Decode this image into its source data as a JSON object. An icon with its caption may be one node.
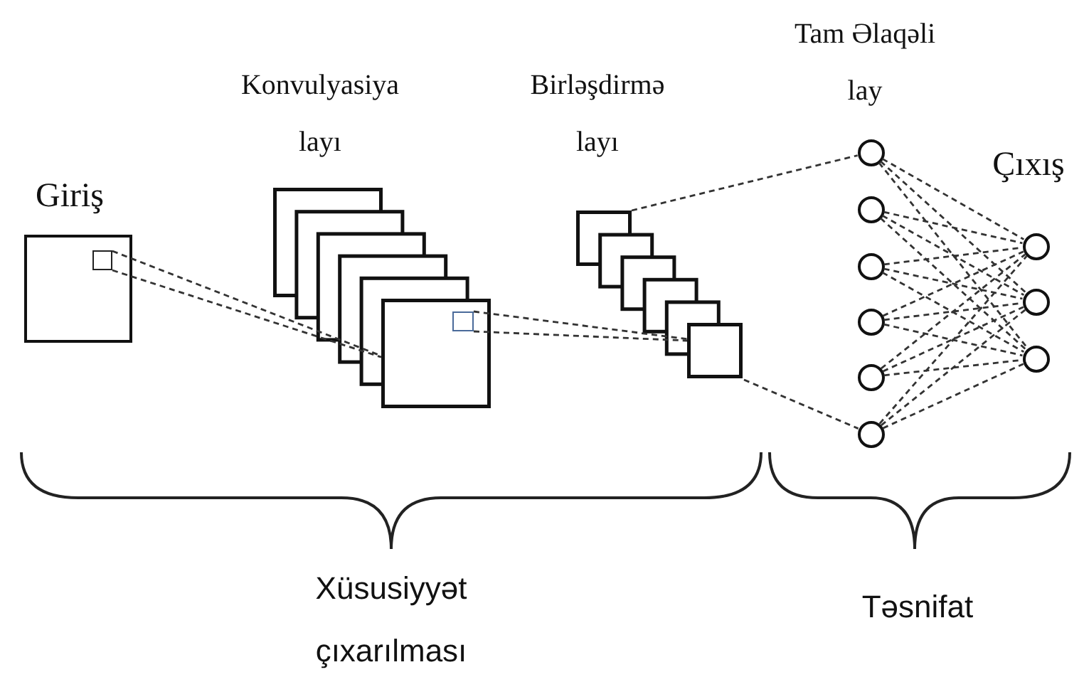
{
  "diagram": {
    "nodes": [
      {
        "text": [],
        "shape": "box"
      },
      {
        "text": [],
        "shape": "box",
        "in": 0
      },
      {
        "text": [],
        "shape": "box"
      },
      {
        "text": [],
        "shape": "box",
        "in": 2
      },
      {
        "text": [],
        "shape": "box"
      },
      {
        "text": [],
        "shape": "circle"
      },
      {
        "text": [],
        "shape": "circle"
      },
      {
        "text": [],
        "shape": "circle"
      },
      {
        "text": [],
        "shape": "circle"
      },
      {
        "text": [],
        "shape": "circle"
      },
      {
        "text": [],
        "shape": "circle"
      },
      {
        "text": [],
        "shape": "circle"
      },
      {
        "text": [],
        "shape": "circle"
      },
      {
        "text": [],
        "shape": "circle"
      }
    ],
    "edges": [
      {
        "from": 1,
        "to": 2,
        "arrow": "none",
        "style": "dashed"
      },
      {
        "from": 1,
        "to": 2,
        "arrow": "none",
        "style": "dashed"
      },
      {
        "from": 3,
        "to": 4,
        "arrow": "none",
        "style": "dashed"
      },
      {
        "from": 3,
        "to": 4,
        "arrow": "none",
        "style": "dashed"
      },
      {
        "from": 4,
        "to": 5,
        "arrow": "none",
        "style": "dashed"
      },
      {
        "from": 4,
        "to": 10,
        "arrow": "none",
        "style": "dashed"
      },
      {
        "from": 5,
        "to": 11,
        "arrow": "none",
        "style": "dashed"
      },
      {
        "from": 5,
        "to": 12,
        "arrow": "none",
        "style": "dashed"
      },
      {
        "from": 5,
        "to": 13,
        "arrow": "none",
        "style": "dashed"
      },
      {
        "from": 6,
        "to": 11,
        "arrow": "none",
        "style": "dashed"
      },
      {
        "from": 6,
        "to": 12,
        "arrow": "none",
        "style": "dashed"
      },
      {
        "from": 6,
        "to": 13,
        "arrow": "none",
        "style": "dashed"
      },
      {
        "from": 7,
        "to": 11,
        "arrow": "none",
        "style": "dashed"
      },
      {
        "from": 7,
        "to": 12,
        "arrow": "none",
        "style": "dashed"
      },
      {
        "from": 7,
        "to": 13,
        "arrow": "none",
        "style": "dashed"
      },
      {
        "from": 8,
        "to": 11,
        "arrow": "none",
        "style": "dashed"
      },
      {
        "from": 8,
        "to": 12,
        "arrow": "none",
        "style": "dashed"
      },
      {
        "from": 8,
        "to": 13,
        "arrow": "none",
        "style": "dashed"
      },
      {
        "from": 9,
        "to": 11,
        "arrow": "none",
        "style": "dashed"
      },
      {
        "from": 9,
        "to": 12,
        "arrow": "none",
        "style": "dashed"
      },
      {
        "from": 9,
        "to": 13,
        "arrow": "none",
        "style": "dashed"
      },
      {
        "from": 10,
        "to": 11,
        "arrow": "none",
        "style": "dashed"
      },
      {
        "from": 10,
        "to": 12,
        "arrow": "none",
        "style": "dashed"
      },
      {
        "from": 10,
        "to": 13,
        "arrow": "none",
        "style": "dashed"
      }
    ],
    "labels": [
      "Tam Əlaqəli lay",
      "Konvulyasiya layı",
      "Birləşdirmə layı",
      "Çıxış",
      "Giriş",
      "Xüsusiyyət çıxarılması",
      "Təsnifat"
    ]
  }
}
